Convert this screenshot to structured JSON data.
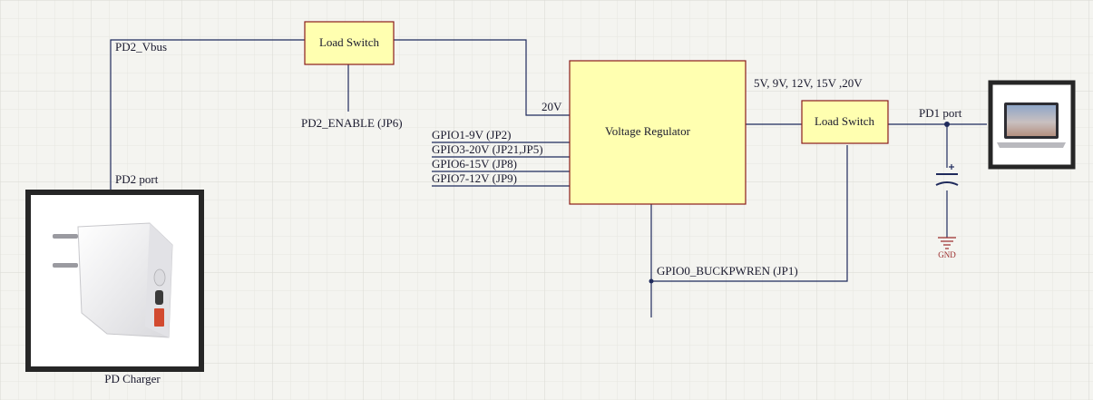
{
  "colors": {
    "background": "#f4f4f0",
    "grid_minor": "#e6e6e0",
    "grid_major": "#d9d9d2",
    "wire": "#1f2a5c",
    "block_fill": "#ffffb0",
    "block_stroke": "#8a1c1c",
    "gnd": "#9a2a2a",
    "frame": "#222222"
  },
  "blocks": {
    "load_switch_top": "Load Switch",
    "voltage_regulator": "Voltage Regulator",
    "load_switch_right": "Load Switch"
  },
  "labels": {
    "pd2_vbus": "PD2_Vbus",
    "pd2_enable": "PD2_ENABLE (JP6)",
    "v20": "20V",
    "gpio1": "GPIO1-9V (JP2)",
    "gpio3": "GPIO3-20V (JP21,JP5)",
    "gpio6": "GPIO6-15V (JP8)",
    "gpio7": "GPIO7-12V (JP9)",
    "voltages_out": "5V, 9V, 12V, 15V ,20V",
    "pd1_port": "PD1 port",
    "pd2_port": "PD2 port",
    "gpio0": "GPIO0_BUCKPWREN (JP1)",
    "gnd": "GND",
    "pd_charger": "PD Charger"
  },
  "images": {
    "charger": "pd-charger-photo",
    "laptop": "laptop-photo"
  }
}
